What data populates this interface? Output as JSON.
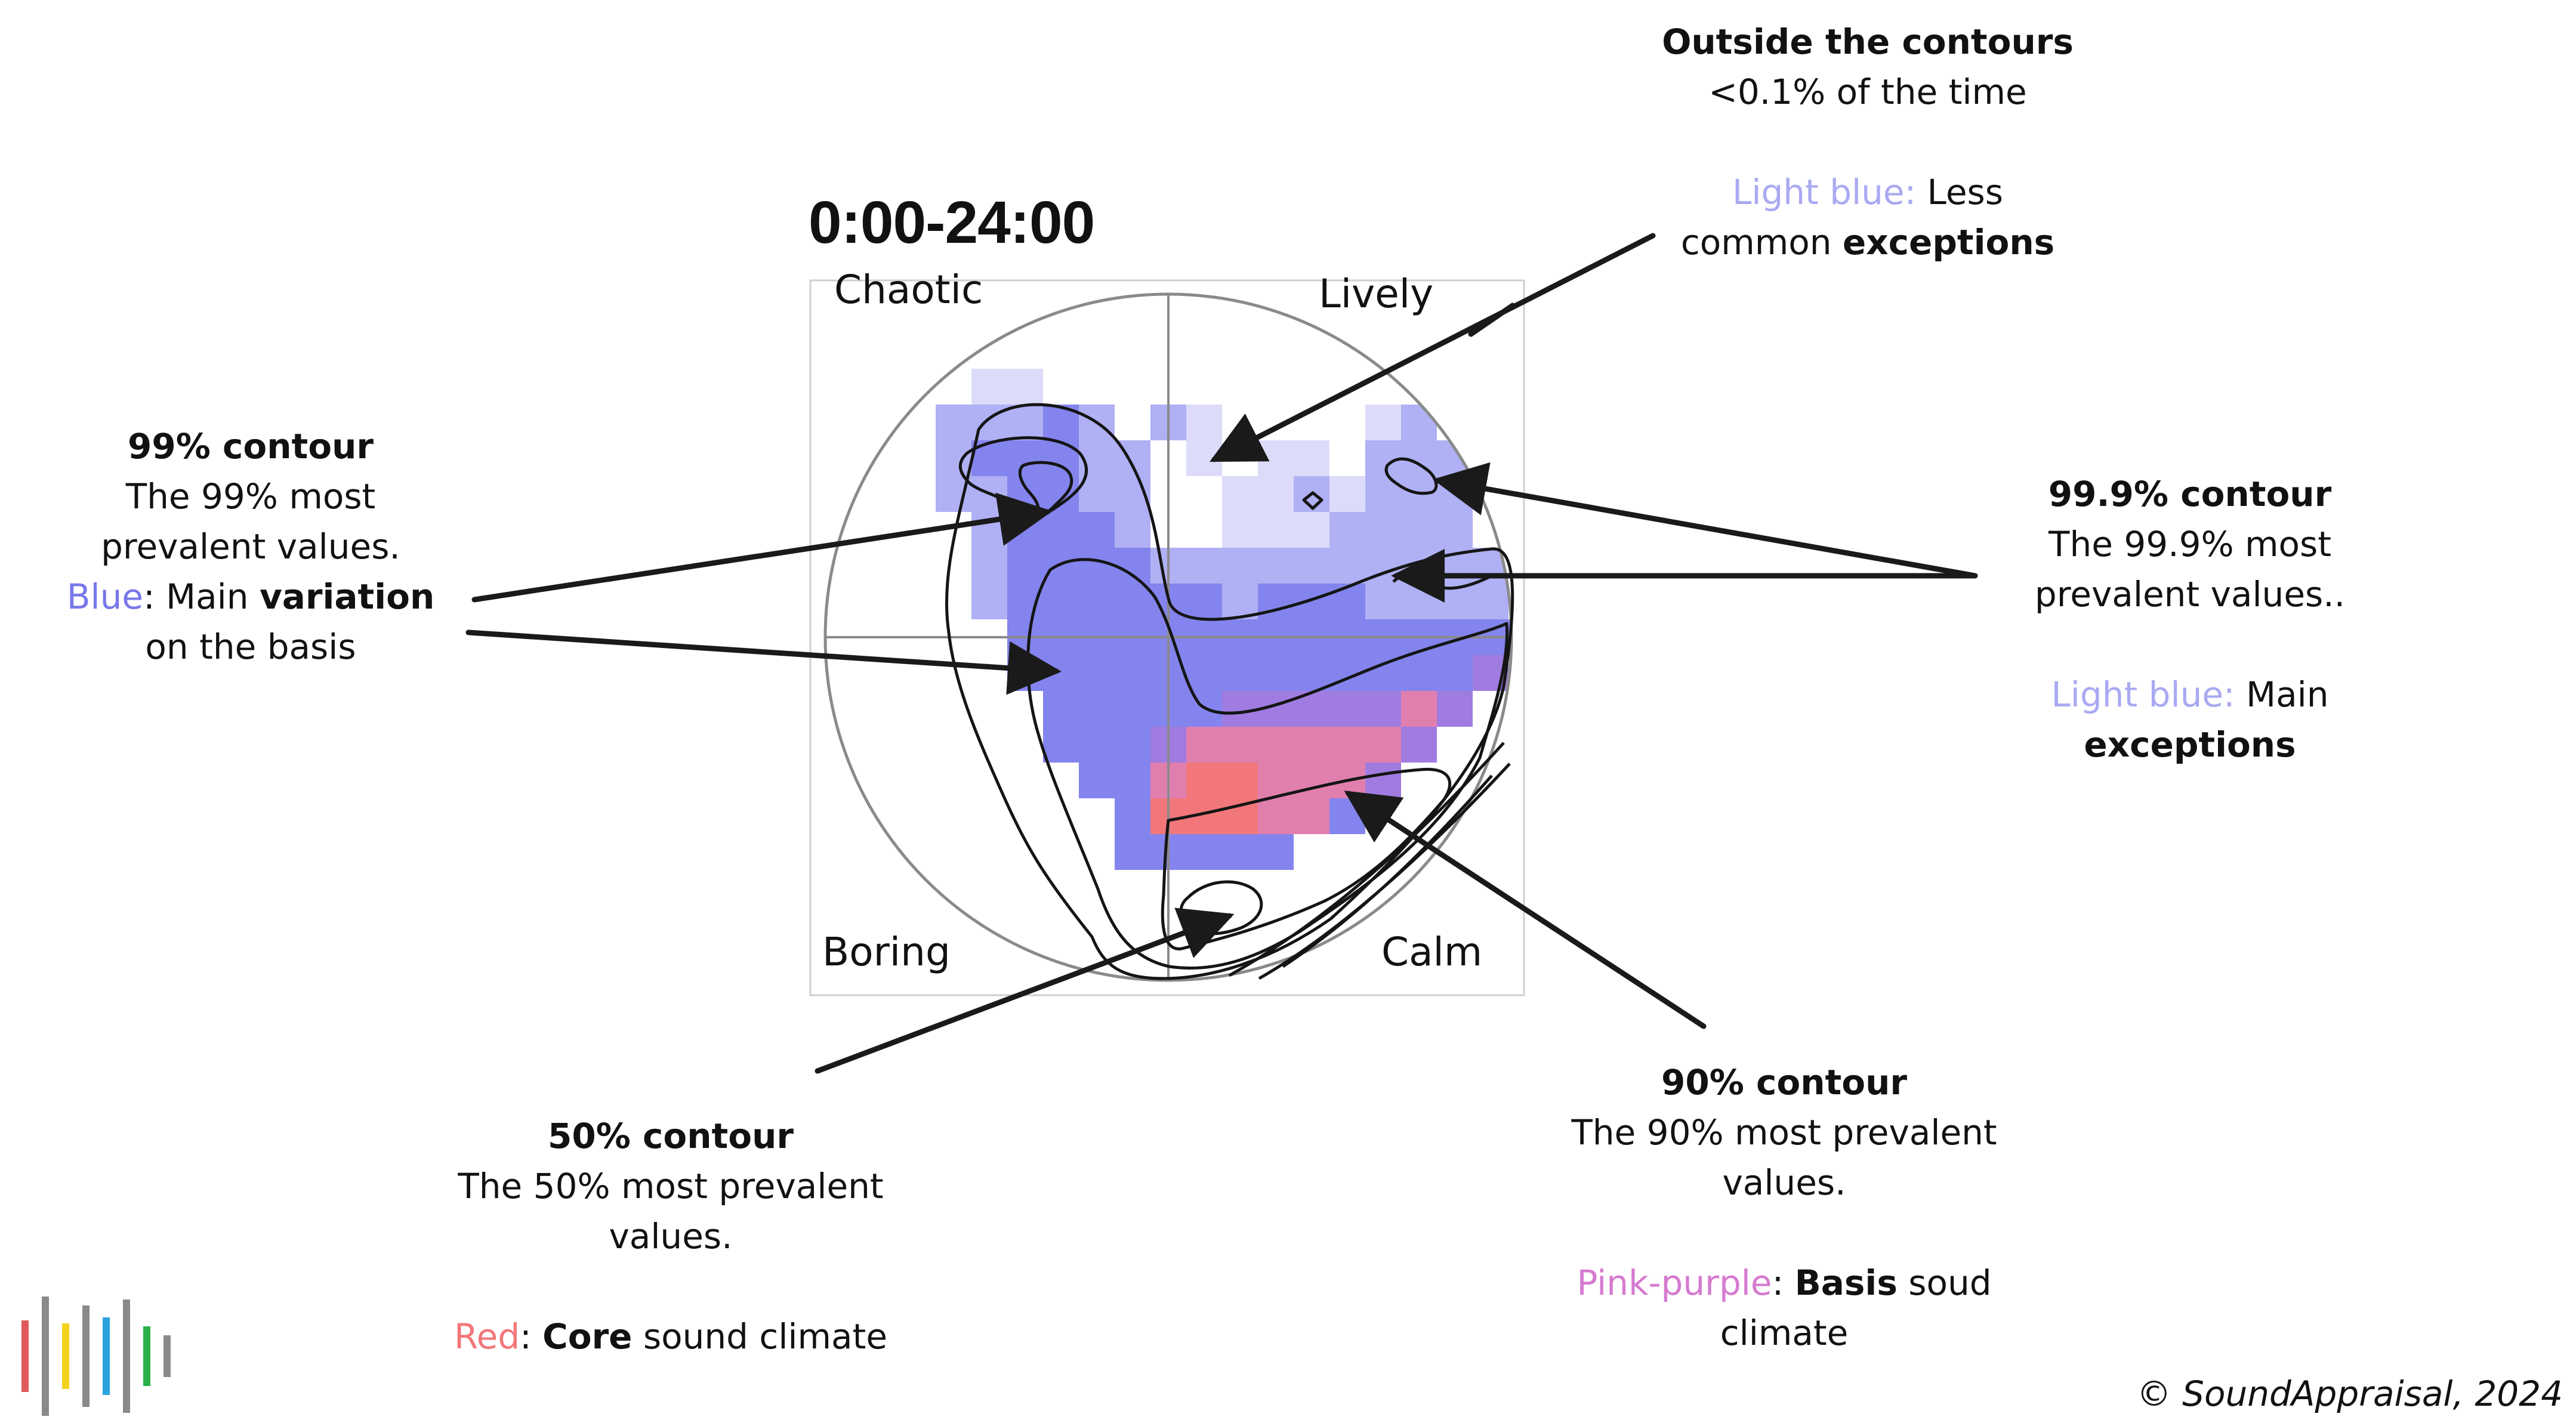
{
  "plot": {
    "title": "0:00-24:00",
    "quadrants": {
      "top_left": "Chaotic",
      "top_right": "Lively",
      "bottom_left": "Boring",
      "bottom_right": "Calm"
    }
  },
  "annotations": {
    "outside": {
      "heading": "Outside the contours",
      "text": "<0.1% of the time",
      "color_label": "Light blue:",
      "color_hex": "#a9a9f3",
      "desc_plain": " Less",
      "desc_line2_plain": "common ",
      "desc_bold": "exceptions"
    },
    "c999": {
      "heading": "99.9% contour",
      "line1": "The 99.9% most",
      "line2": "prevalent values..",
      "color_label": "Light blue:",
      "color_hex": "#a9a9f3",
      "desc_plain": " Main",
      "desc_bold": "exceptions"
    },
    "c99": {
      "heading": "99% contour",
      "line1": "The 99% most",
      "line2": "prevalent values.",
      "color_label": "Blue",
      "color_hex": "#7878ea",
      "desc_plain": ": Main ",
      "desc_bold": "variation",
      "line4": "on the basis"
    },
    "c50": {
      "heading": "50% contour",
      "line1": "The 50% most prevalent",
      "line2": "values.",
      "color_label": "Red",
      "color_hex": "#f2777a",
      "desc_sep": ": ",
      "desc_bold": "Core",
      "desc_plain": " sound climate"
    },
    "c90": {
      "heading": "90% contour",
      "line1": "The 90% most prevalent",
      "line2": "values.",
      "color_label": "Pink-purple",
      "color_hex": "#d67ad0",
      "desc_sep": ": ",
      "desc_bold": "Basis",
      "desc_plain": " soud",
      "line4": "climate"
    }
  },
  "copyright": "© SoundAppraisal, 2024",
  "colors": {
    "heat_light": "#dcdcfa",
    "heat_mid": "#b0b0f4",
    "heat_blue": "#8484ee",
    "heat_purple": "#a07ce0",
    "heat_pink": "#e07fae",
    "heat_red": "#f2777a",
    "logo_bars": [
      "#e05a5a",
      "#8a8a8a",
      "#f2d21a",
      "#8a8a8a",
      "#2aa3e0",
      "#8a8a8a",
      "#2ab04a",
      "#8a8a8a"
    ]
  }
}
